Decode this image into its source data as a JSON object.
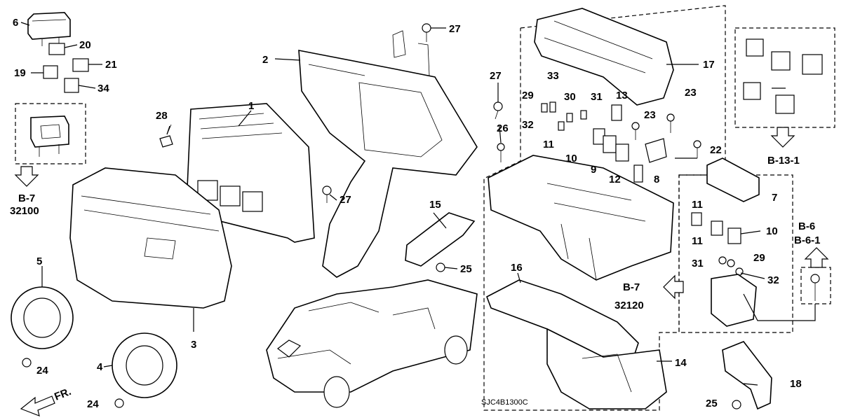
{
  "labels": {
    "n1": "1",
    "n2": "2",
    "n3": "3",
    "n4": "4",
    "n5": "5",
    "n6": "6",
    "n7": "7",
    "n8": "8",
    "n9": "9",
    "n10a": "10",
    "n10b": "10",
    "n11a": "11",
    "n11b": "11",
    "n11c": "11",
    "n12": "12",
    "n13": "13",
    "n14": "14",
    "n15": "15",
    "n16": "16",
    "n17": "17",
    "n18": "18",
    "n19": "19",
    "n20": "20",
    "n21": "21",
    "n22": "22",
    "n23a": "23",
    "n23b": "23",
    "n24a": "24",
    "n24b": "24",
    "n25a": "25",
    "n25b": "25",
    "n26": "26",
    "n27a": "27",
    "n27b": "27",
    "n27c": "27",
    "n28": "28",
    "n29a": "29",
    "n29b": "29",
    "n30": "30",
    "n31a": "31",
    "n31b": "31",
    "n32a": "32",
    "n32b": "32",
    "n33": "33",
    "n34": "34"
  },
  "references": {
    "b7_top": "B-7",
    "b7_code_top": "32100",
    "b7_mid": "B-7",
    "b7_code_mid": "32120",
    "b13": "B-13-1",
    "b6": "B-6",
    "b61": "B-6-1"
  },
  "front_indicator": "FR.",
  "diagram_code": "SJC4B1300C"
}
